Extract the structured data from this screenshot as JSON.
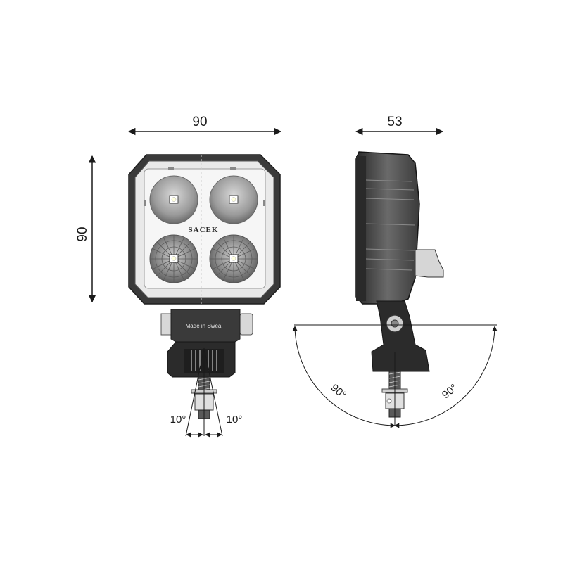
{
  "dimensions": {
    "width": "90",
    "depth": "53",
    "height": "90"
  },
  "tilt": {
    "left": "10°",
    "right": "10°"
  },
  "swivel": {
    "left": "90°",
    "right": "90°"
  },
  "labels": {
    "brand": "SACEK",
    "bracket": "Made in Swea"
  },
  "colors": {
    "housing": "#3a3a3a",
    "bracket": "#2b2b2b",
    "line": "#1a1a1a",
    "lens_face": "#f6f6f6"
  }
}
